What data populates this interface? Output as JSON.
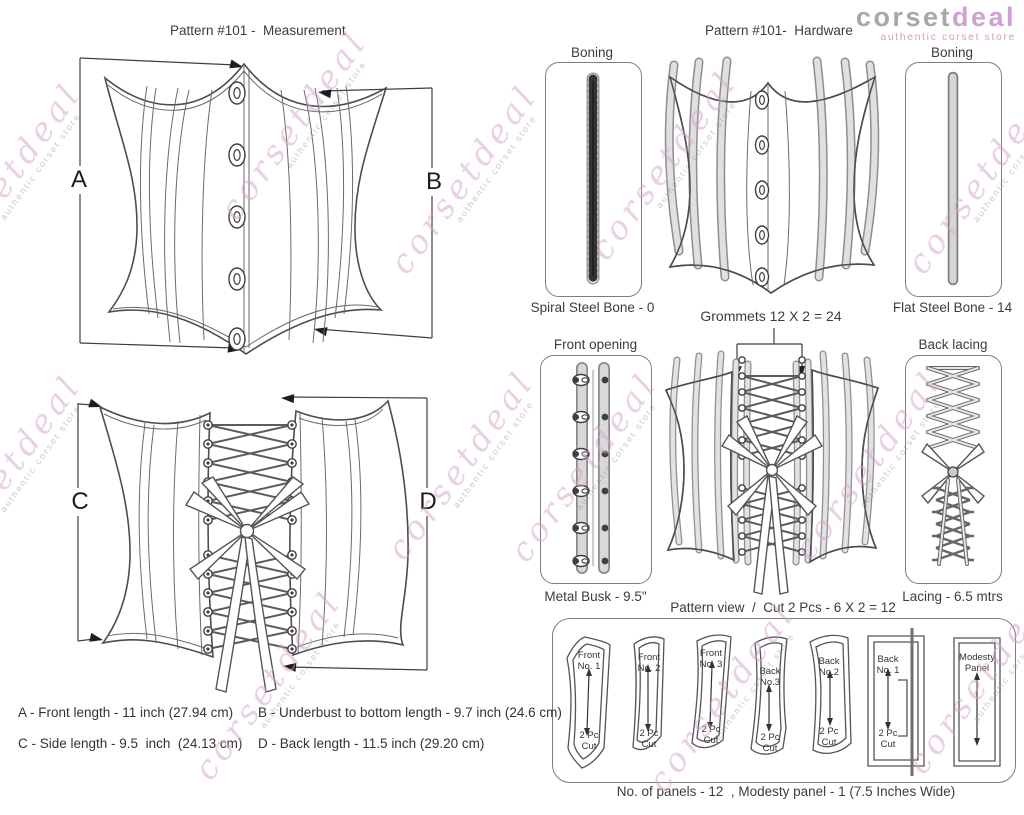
{
  "logo": {
    "part1": "corset",
    "part2": "deal",
    "tagline": "authentic corset store"
  },
  "titles": {
    "measurement": "Pattern #101 -  Measurement",
    "hardware": "Pattern #101-  Hardware"
  },
  "measurement_letters": {
    "a": "A",
    "b": "B",
    "c": "C",
    "d": "D"
  },
  "measurements": {
    "a": "A - Front length - 11 inch (27.94 cm)",
    "b": "B - Underbust to bottom length - 9.7 inch (24.6 cm)",
    "c": "C - Side length - 9.5  inch  (24.13 cm)",
    "d": "D - Back length - 11.5 inch (29.20 cm)"
  },
  "hardware": {
    "boning_left_title": "Boning",
    "spiral_caption": "Spiral Steel Bone - 0",
    "boning_right_title": "Boning",
    "flat_caption": "Flat Steel Bone - 14",
    "grommets_caption": "Grommets 12 X 2 = 24",
    "front_opening_title": "Front opening",
    "busk_caption": "Metal Busk - 9.5\"",
    "back_lacing_title": "Back lacing",
    "lacing_caption": "Lacing - 6.5 mtrs"
  },
  "pattern_view": {
    "title": "Pattern view  /  Cut 2 Pcs - 6 X 2 = 12",
    "note": "No. of panels - 12  , Modesty panel - 1 (7.5 Inches Wide)",
    "pieces": [
      {
        "line1": "Front",
        "line2": "No. 1",
        "cut1": "2 Pc",
        "cut2": "Cut"
      },
      {
        "line1": "Front",
        "line2": "No. 2",
        "cut1": "2 Pc",
        "cut2": "Cut"
      },
      {
        "line1": "Front",
        "line2": "No. 3",
        "cut1": "2 Pc",
        "cut2": "Cut"
      },
      {
        "line1": "Back",
        "line2": "No.3",
        "cut1": "2 Pc",
        "cut2": "Cut"
      },
      {
        "line1": "Back",
        "line2": "No.2",
        "cut1": "2 Pc",
        "cut2": "Cut"
      },
      {
        "line1": "Back",
        "line2": "No. 1",
        "cut1": "2 Pc",
        "cut2": "Cut"
      },
      {
        "line1": "Modesty",
        "line2": "Panel",
        "cut1": "",
        "cut2": ""
      }
    ]
  },
  "watermark": {
    "text": "corsetdeal",
    "tagline": "authentic corset store"
  },
  "colors": {
    "brand_pink": "#cfa0d2",
    "brand_gray": "#a8a8a8",
    "line": "#4d4d4d",
    "bone_fill": "#e0e0e0"
  }
}
